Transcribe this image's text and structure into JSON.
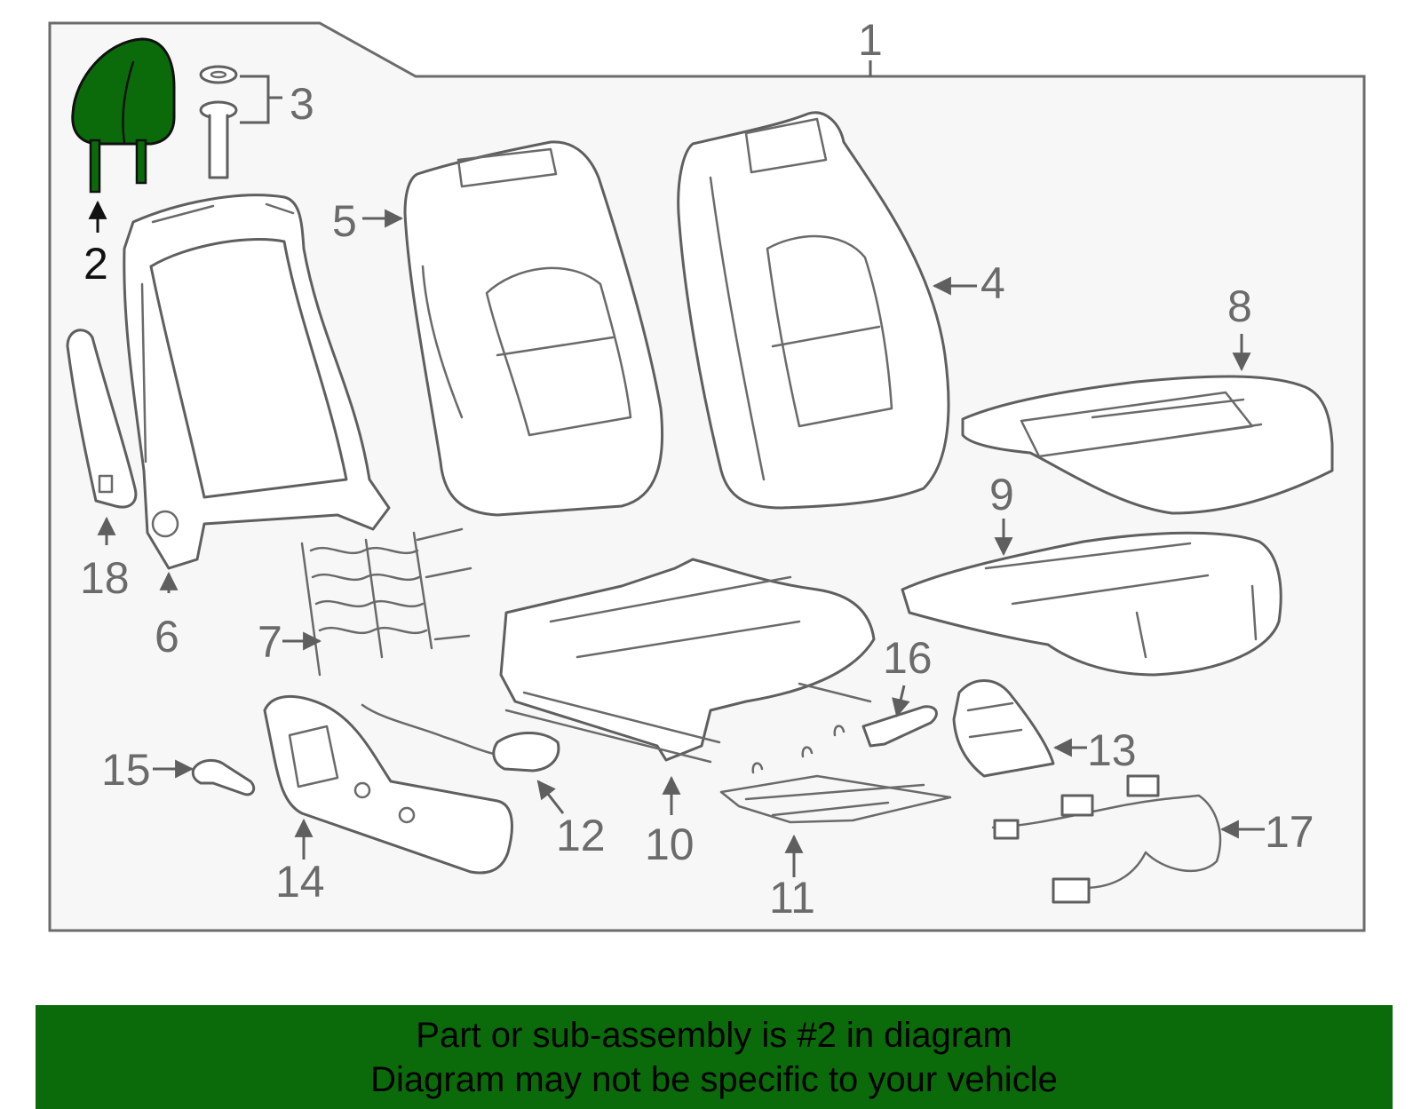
{
  "diagram": {
    "highlight_color": "#0b6b0b",
    "line_color": "#5f5f5f",
    "highlighted_part": "2",
    "callouts": [
      {
        "id": "1",
        "label": "1"
      },
      {
        "id": "2",
        "label": "2"
      },
      {
        "id": "3",
        "label": "3"
      },
      {
        "id": "4",
        "label": "4"
      },
      {
        "id": "5",
        "label": "5"
      },
      {
        "id": "6",
        "label": "6"
      },
      {
        "id": "7",
        "label": "7"
      },
      {
        "id": "8",
        "label": "8"
      },
      {
        "id": "9",
        "label": "9"
      },
      {
        "id": "10",
        "label": "10"
      },
      {
        "id": "11",
        "label": "11"
      },
      {
        "id": "12",
        "label": "12"
      },
      {
        "id": "13",
        "label": "13"
      },
      {
        "id": "14",
        "label": "14"
      },
      {
        "id": "15",
        "label": "15"
      },
      {
        "id": "16",
        "label": "16"
      },
      {
        "id": "17",
        "label": "17"
      },
      {
        "id": "18",
        "label": "18"
      }
    ]
  },
  "banner": {
    "background": "#0b6b0b",
    "line1": "Part or sub-assembly is #2 in diagram",
    "line2": "Diagram may not be specific to your vehicle"
  }
}
